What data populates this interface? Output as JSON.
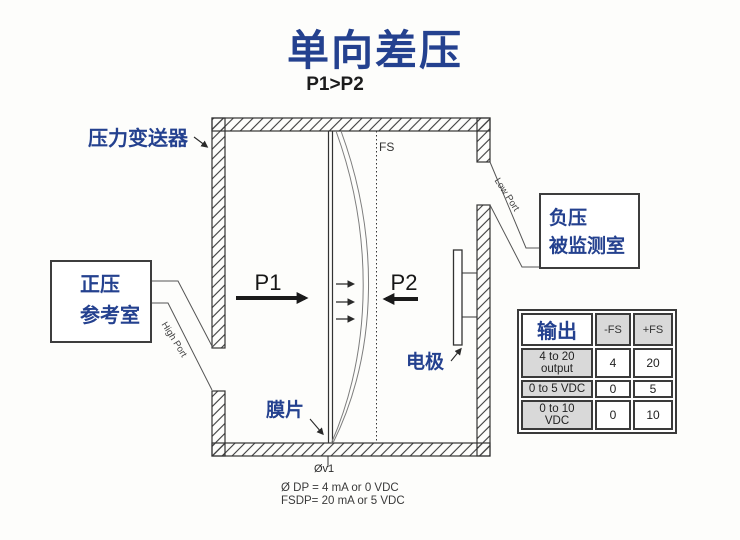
{
  "title": "单向差压",
  "subtitle": "P1>P2",
  "colors": {
    "accent_blue": "#24418f",
    "line_dark": "#333333",
    "table_gray": "#d9d9d9"
  },
  "labels": {
    "transmitter": "压力变送器",
    "diaphragm": "膜片",
    "electrode": "电极",
    "full_scale": "FS",
    "p1": "P1",
    "p2": "P2",
    "high_port": "High Port",
    "low_port": "Low Port",
    "positive_chamber": {
      "line1": "正压",
      "line2": "参考室"
    },
    "negative_chamber": {
      "line1": "负压",
      "line2": "被监测室"
    }
  },
  "annotations": {
    "zero_marker": "Øv1",
    "zero_dp": "Ø DP = 4 mA or 0 VDC",
    "fs_dp": "FSDP= 20 mA or 5 VDC"
  },
  "table": {
    "header": {
      "output": "输出",
      "neg_fs": "-FS",
      "pos_fs": "+FS"
    },
    "rows": [
      {
        "label": "4 to 20 output",
        "neg": "4",
        "pos": "20"
      },
      {
        "label": "0 to 5 VDC",
        "neg": "0",
        "pos": "5"
      },
      {
        "label": "0 to 10 VDC",
        "neg": "0",
        "pos": "10"
      }
    ]
  }
}
